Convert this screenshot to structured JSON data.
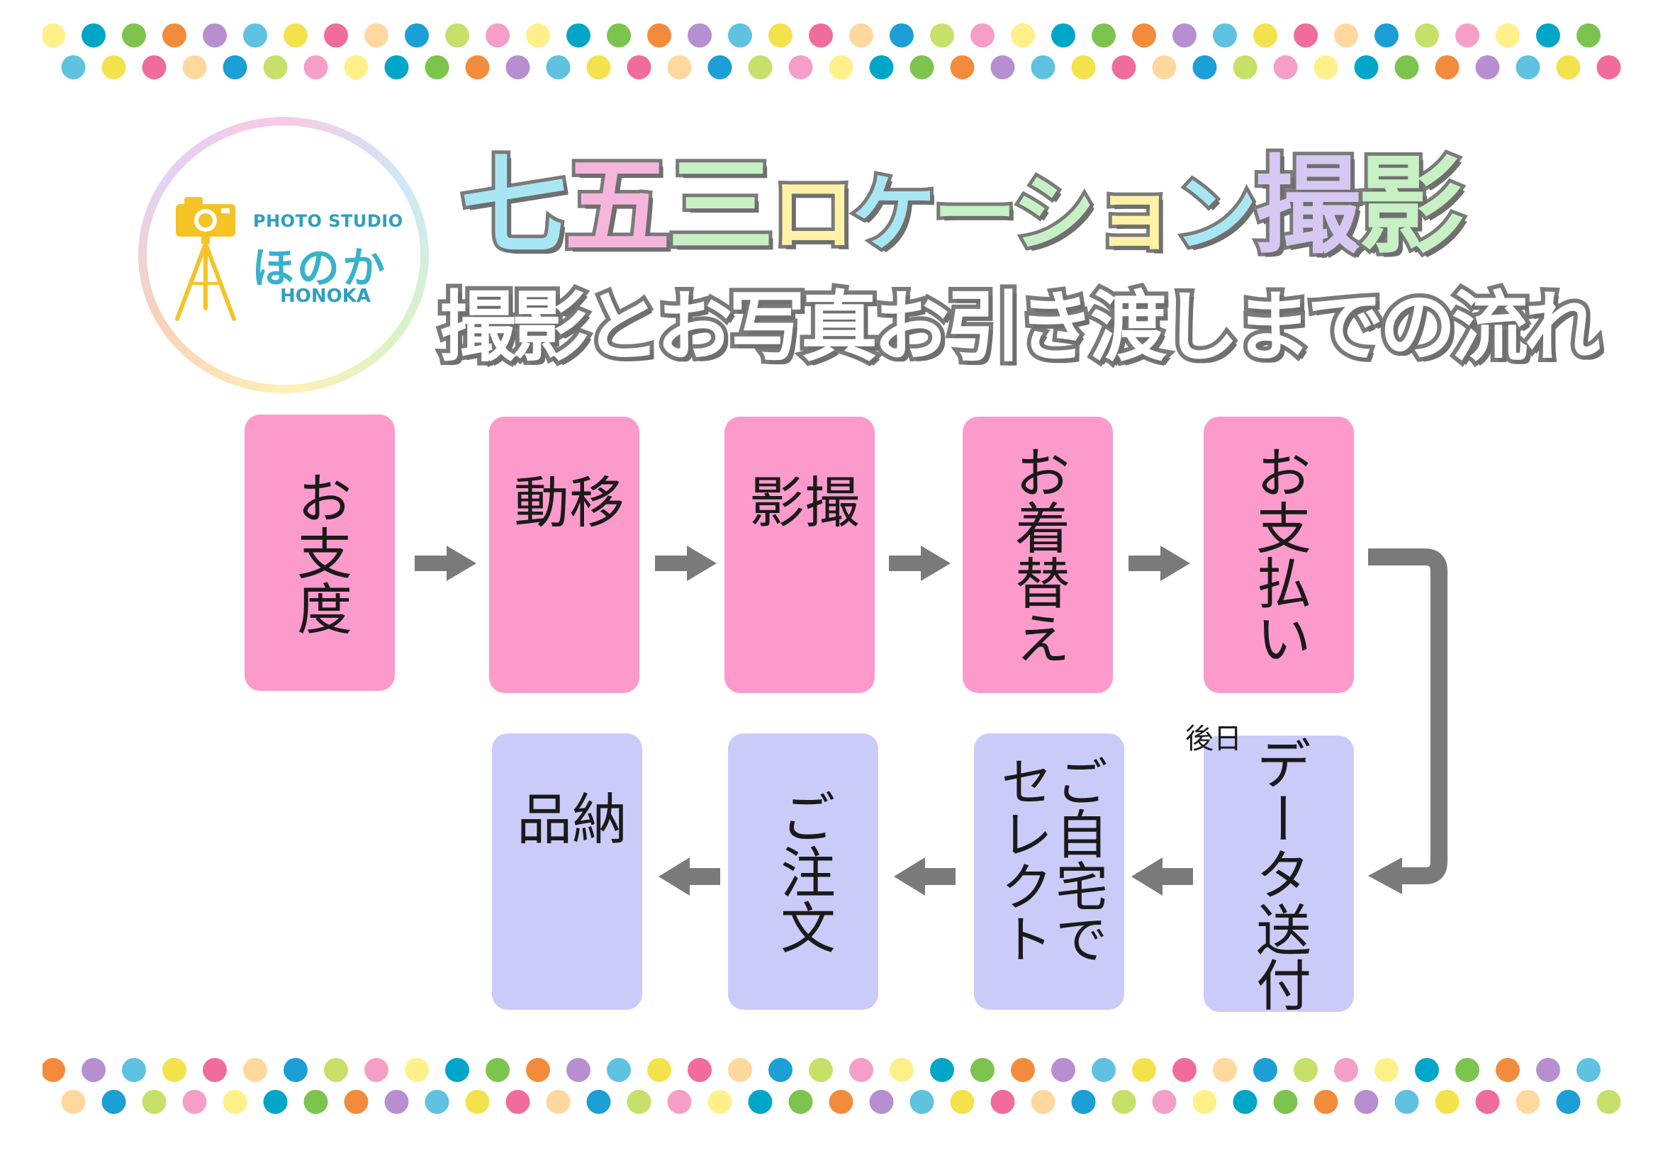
{
  "header": {
    "title_main": [
      "七",
      "五",
      "三",
      "ロ",
      "ケ",
      "ー",
      "シ",
      "ョ",
      "ン",
      "撮",
      "影"
    ],
    "title_main_colors": [
      "#a9e6f3",
      "#f6b6dc",
      "#c7f0c4",
      "#fff2a6",
      "#a9e6f3",
      "#c7f0c4",
      "#c7f0c4",
      "#fff2a6",
      "#a9e6f3",
      "#d6c8f2",
      "#c7f0c4"
    ],
    "title_sub": "撮影とお写真お引き渡しまでの流れ"
  },
  "logo": {
    "studio_label": "PHOTO STUDIO",
    "name_jp": "ほのか",
    "name_en": "HONOKA",
    "icon": "camera-tripod-icon",
    "accent_color": "#f5c326",
    "text_color": "#2fa8c0"
  },
  "flow": {
    "row1": [
      {
        "label": "お支度"
      },
      {
        "label": "移動"
      },
      {
        "label": "撮影"
      },
      {
        "label": "お着替え"
      },
      {
        "label": "お支払い"
      }
    ],
    "row2": [
      {
        "label": "データ送付",
        "note": "後日"
      },
      {
        "label": "ご自宅でセレクト"
      },
      {
        "label": "ご注文"
      },
      {
        "label": "納品"
      }
    ],
    "colors": {
      "row1": "#fc9acb",
      "row2": "#cbcbf9",
      "arrow": "#7a7a7a"
    }
  },
  "decoration": {
    "dot_colors": [
      "#fff08a",
      "#00a6c8",
      "#7cc44e",
      "#f28c3c",
      "#b78fd1",
      "#5ec2e0",
      "#f4e24c",
      "#f06c9b",
      "#ffd89e",
      "#1b9fd6",
      "#c6e06a",
      "#f59fc8"
    ]
  }
}
